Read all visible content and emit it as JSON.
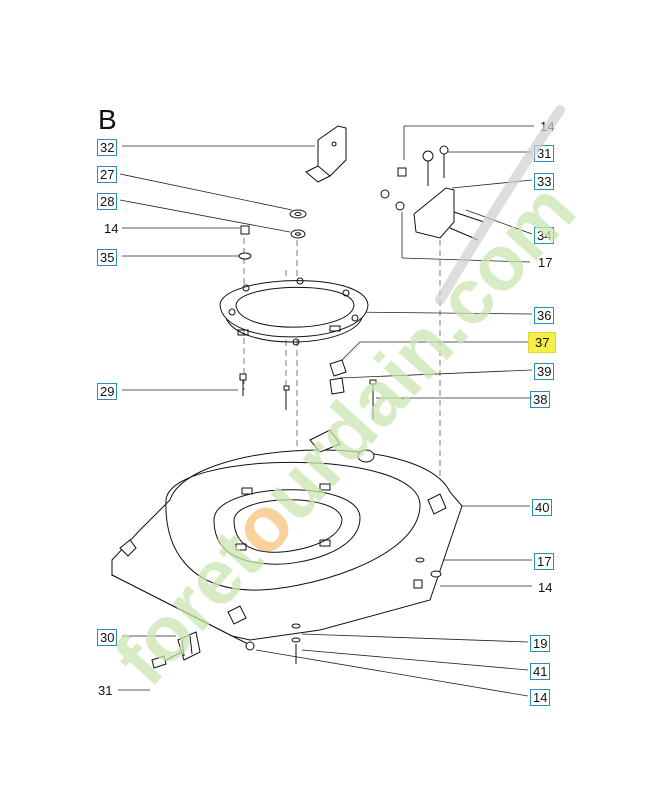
{
  "section_letter": "B",
  "callouts": [
    {
      "id": "c32",
      "text": "32",
      "boxed": true
    },
    {
      "id": "c27",
      "text": "27",
      "boxed": true
    },
    {
      "id": "c28",
      "text": "28",
      "boxed": true
    },
    {
      "id": "c14a",
      "text": "14",
      "boxed": false
    },
    {
      "id": "c35",
      "text": "35",
      "boxed": true
    },
    {
      "id": "c29",
      "text": "29",
      "boxed": true
    },
    {
      "id": "c14b",
      "text": "14",
      "boxed": false
    },
    {
      "id": "c31a",
      "text": "31",
      "boxed": true
    },
    {
      "id": "c33",
      "text": "33",
      "boxed": true
    },
    {
      "id": "c34",
      "text": "34",
      "boxed": true
    },
    {
      "id": "c17a",
      "text": "17",
      "boxed": false
    },
    {
      "id": "c36",
      "text": "36",
      "boxed": true
    },
    {
      "id": "c37",
      "text": "37",
      "boxed": false,
      "highlight": "#f5ee4a"
    },
    {
      "id": "c39",
      "text": "39",
      "boxed": true
    },
    {
      "id": "c38",
      "text": "38",
      "boxed": true
    },
    {
      "id": "c40",
      "text": "40",
      "boxed": true
    },
    {
      "id": "c17b",
      "text": "17",
      "boxed": true
    },
    {
      "id": "c14c",
      "text": "14",
      "boxed": false
    },
    {
      "id": "c30",
      "text": "30",
      "boxed": true
    },
    {
      "id": "c19",
      "text": "19",
      "boxed": true
    },
    {
      "id": "c41",
      "text": "41",
      "boxed": true
    },
    {
      "id": "c31b",
      "text": "31",
      "boxed": false
    },
    {
      "id": "c14d",
      "text": "14",
      "boxed": true
    }
  ],
  "watermark": {
    "text_dark": "foret",
    "text_orange": "o",
    "text_tail": "urdain.com",
    "colors": {
      "green": "#c9e6b0",
      "orange": "#f7c27a",
      "gray": "#cfcfcf"
    }
  },
  "colors": {
    "line": "#111111",
    "box_border": "#2a8fb8",
    "highlight": "#f5ee4a"
  }
}
